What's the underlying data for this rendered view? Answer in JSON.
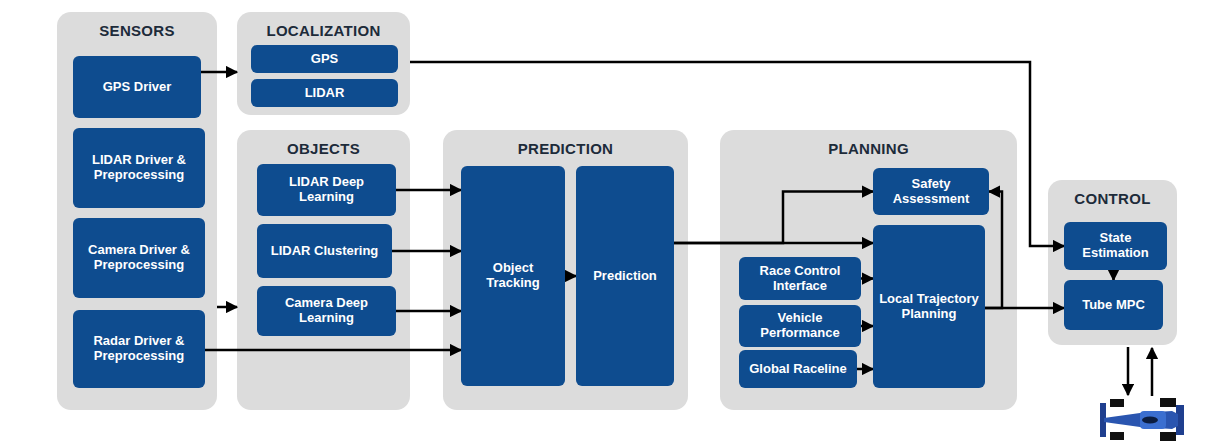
{
  "diagram": {
    "nodes": [
      {
        "text": [
          "SENSORS"
        ]
      },
      {
        "text": [
          "GPS Driver"
        ],
        "in": 0
      },
      {
        "text": [
          "LIDAR Driver & Preprocessing"
        ],
        "in": 0
      },
      {
        "text": [
          "Camera Driver & Preprocessing"
        ],
        "in": 0
      },
      {
        "text": [
          "Radar Driver & Preprocessing"
        ],
        "in": 0
      },
      {
        "text": [
          "LOCALIZATION"
        ]
      },
      {
        "text": [
          "GPS"
        ],
        "in": 5
      },
      {
        "text": [
          "LIDAR"
        ],
        "in": 5
      },
      {
        "text": [
          "OBJECTS"
        ]
      },
      {
        "text": [
          "LIDAR Deep Learning"
        ],
        "in": 8
      },
      {
        "text": [
          "LIDAR Clustering"
        ],
        "in": 8
      },
      {
        "text": [
          "Camera Deep Learning"
        ],
        "in": 8
      },
      {
        "text": [
          "PREDICTION"
        ]
      },
      {
        "text": [
          "Object Tracking"
        ],
        "in": 12
      },
      {
        "text": [
          "Prediction"
        ],
        "in": 12
      },
      {
        "text": [
          "PLANNING"
        ]
      },
      {
        "text": [
          "Safety Assessment"
        ],
        "in": 15
      },
      {
        "text": [
          "Race Control Interface"
        ],
        "in": 15
      },
      {
        "text": [
          "Vehicle Performance"
        ],
        "in": 15
      },
      {
        "text": [
          "Global Raceline"
        ],
        "in": 15
      },
      {
        "text": [
          "Local Trajectory Planning"
        ],
        "in": 15
      },
      {
        "text": [
          "CONTROL"
        ]
      },
      {
        "text": [
          "State Estimation"
        ],
        "in": 21
      },
      {
        "text": [
          "Tube MPC"
        ],
        "in": 21
      }
    ],
    "edges": [
      {
        "from": 1,
        "to": 5,
        "arrow": "to"
      },
      {
        "from": 5,
        "to": 22,
        "arrow": "to"
      },
      {
        "from": 0,
        "to": 8,
        "arrow": "to"
      },
      {
        "from": 4,
        "to": 13,
        "arrow": "to"
      },
      {
        "from": 9,
        "to": 13,
        "arrow": "to"
      },
      {
        "from": 10,
        "to": 13,
        "arrow": "to"
      },
      {
        "from": 11,
        "to": 13,
        "arrow": "to"
      },
      {
        "from": 13,
        "to": 14,
        "arrow": "to"
      },
      {
        "from": 14,
        "to": 16,
        "arrow": "to"
      },
      {
        "from": 14,
        "to": 20,
        "arrow": "to"
      },
      {
        "from": 17,
        "to": 20,
        "arrow": "to"
      },
      {
        "from": 18,
        "to": 20,
        "arrow": "to"
      },
      {
        "from": 19,
        "to": 20,
        "arrow": "to"
      },
      {
        "from": 20,
        "to": 16,
        "arrow": "to"
      },
      {
        "from": 20,
        "to": 23,
        "arrow": "to"
      },
      {
        "from": 22,
        "to": 23,
        "arrow": "to"
      }
    ]
  }
}
